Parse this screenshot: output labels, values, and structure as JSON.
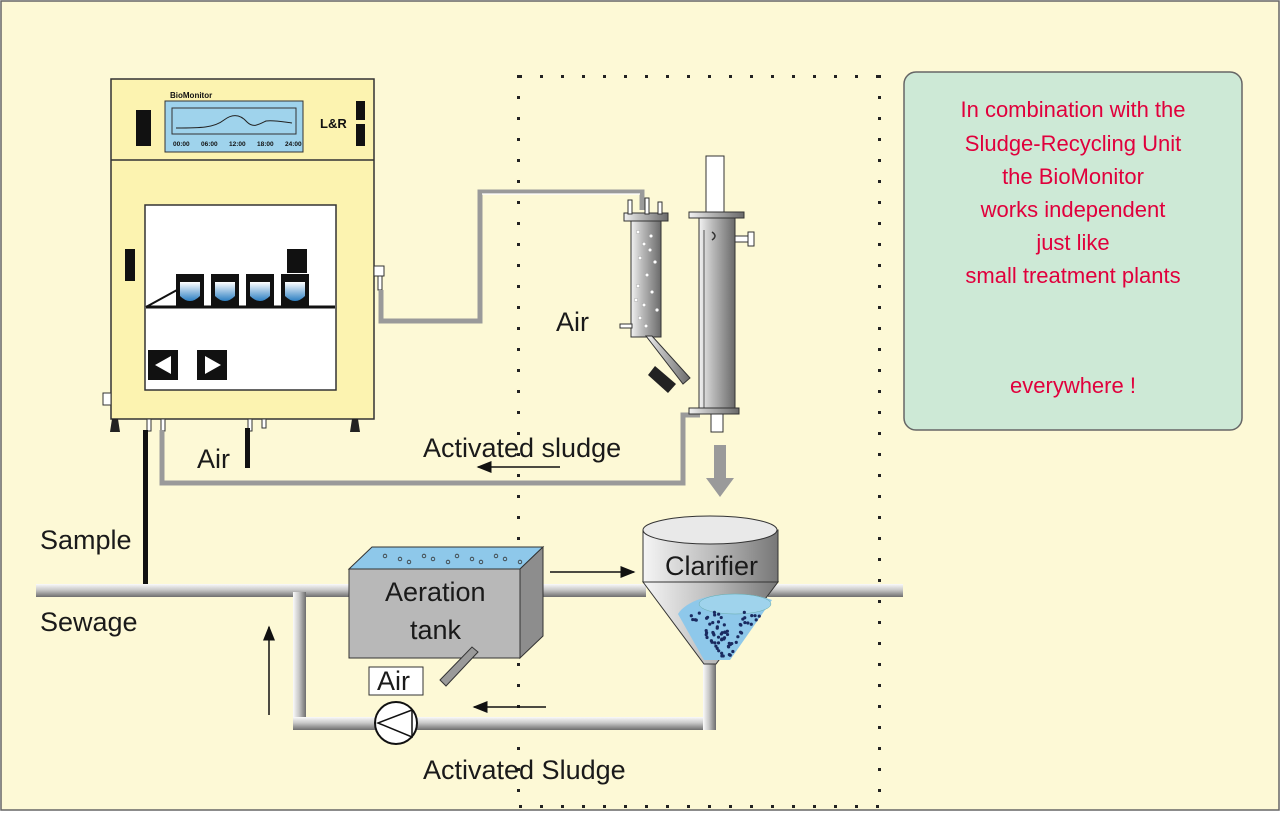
{
  "device": {
    "title": "BioMonitor",
    "logo": "L&R",
    "time_ticks": [
      "00:00",
      "06:00",
      "12:00",
      "18:00",
      "24:00"
    ]
  },
  "labels": {
    "air_column": "Air",
    "activated_sludge_top": "Activated sludge",
    "air_device": "Air",
    "sample": "Sample",
    "sewage": "Sewage",
    "aeration_tank_line1": "Aeration",
    "aeration_tank_line2": "tank",
    "air_tank": "Air",
    "clarifier": "Clarifier",
    "activated_sludge_bottom": "Activated Sludge"
  },
  "info_box": {
    "lines": [
      "In combination with the",
      "Sludge-Recycling Unit",
      "the BioMonitor",
      "works independent",
      "just like",
      "small treatment plants",
      "",
      "everywhere !"
    ]
  },
  "colors": {
    "background": "#fdf9d6",
    "device_body": "#fcf3b0",
    "display": "#9fd3ec",
    "info_box": "#cde9d6",
    "info_text": "#e0003c",
    "water": "#8ec8ea"
  }
}
